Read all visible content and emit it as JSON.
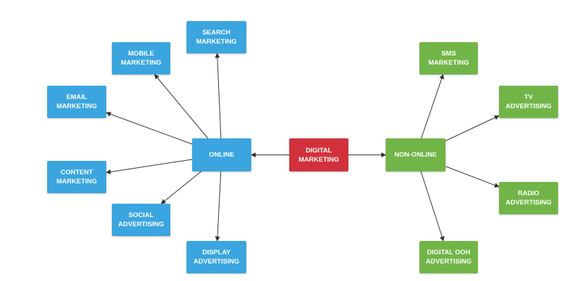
{
  "diagram": {
    "colors": {
      "blue": "#3aa5df",
      "green": "#71b548",
      "red": "#d1313c",
      "edge": "#333333"
    },
    "nodes": {
      "digital": "DIGITAL\nMARKETING",
      "online": "ONLINE",
      "non_online": "NON-ONLINE",
      "search": "SEARCH\nMARKETING",
      "mobile": "MOBILE\nMARKETING",
      "email": "EMAIL\nMARKETING",
      "content": "CONTENT\nMARKETING",
      "social": "SOCIAL\nADVERTISING",
      "display": "DISPLAY\nADVERTISING",
      "sms": "SMS\nMARKETING",
      "tv": "TV\nADVERTISING",
      "radio": "RADIO\nADVERTISING",
      "digital_ooh": "DIGITAL OOH\nADVERTISING"
    },
    "edges": [
      {
        "from": "digital",
        "to": "online"
      },
      {
        "from": "digital",
        "to": "non_online"
      },
      {
        "from": "online",
        "to": "search"
      },
      {
        "from": "online",
        "to": "mobile"
      },
      {
        "from": "online",
        "to": "email"
      },
      {
        "from": "online",
        "to": "content"
      },
      {
        "from": "online",
        "to": "social"
      },
      {
        "from": "online",
        "to": "display"
      },
      {
        "from": "non_online",
        "to": "sms"
      },
      {
        "from": "non_online",
        "to": "tv"
      },
      {
        "from": "non_online",
        "to": "radio"
      },
      {
        "from": "non_online",
        "to": "digital_ooh"
      }
    ]
  }
}
